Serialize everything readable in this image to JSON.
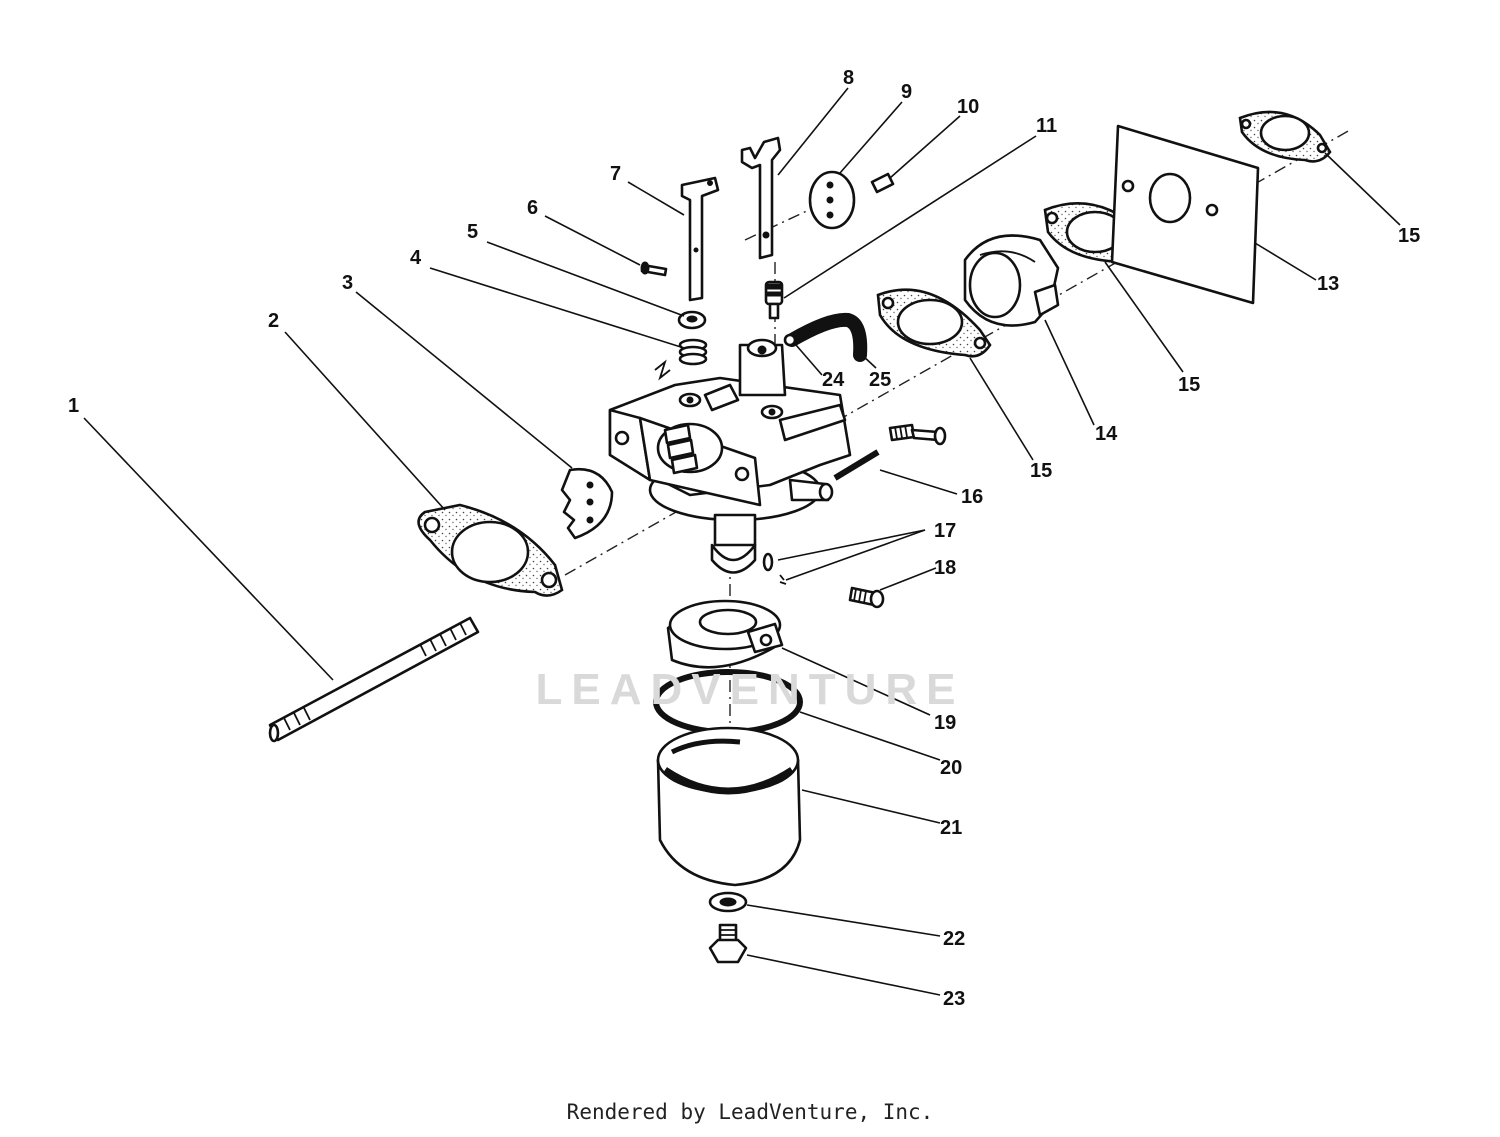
{
  "callouts": [
    {
      "id": "c1",
      "label": "1"
    },
    {
      "id": "c2",
      "label": "2"
    },
    {
      "id": "c3",
      "label": "3"
    },
    {
      "id": "c4",
      "label": "4"
    },
    {
      "id": "c5",
      "label": "5"
    },
    {
      "id": "c6",
      "label": "6"
    },
    {
      "id": "c7",
      "label": "7"
    },
    {
      "id": "c8",
      "label": "8"
    },
    {
      "id": "c9",
      "label": "9"
    },
    {
      "id": "c10",
      "label": "10"
    },
    {
      "id": "c11",
      "label": "11"
    },
    {
      "id": "c13",
      "label": "13"
    },
    {
      "id": "c14",
      "label": "14"
    },
    {
      "id": "c15a",
      "label": "15"
    },
    {
      "id": "c15b",
      "label": "15"
    },
    {
      "id": "c15c",
      "label": "15"
    },
    {
      "id": "c16",
      "label": "16"
    },
    {
      "id": "c17",
      "label": "17"
    },
    {
      "id": "c18",
      "label": "18"
    },
    {
      "id": "c19",
      "label": "19"
    },
    {
      "id": "c20",
      "label": "20"
    },
    {
      "id": "c21",
      "label": "21"
    },
    {
      "id": "c22",
      "label": "22"
    },
    {
      "id": "c23",
      "label": "23"
    },
    {
      "id": "c24",
      "label": "24"
    },
    {
      "id": "c25",
      "label": "25"
    }
  ],
  "watermark": "LEADVENTURE",
  "footer": "Rendered by LeadVenture, Inc."
}
